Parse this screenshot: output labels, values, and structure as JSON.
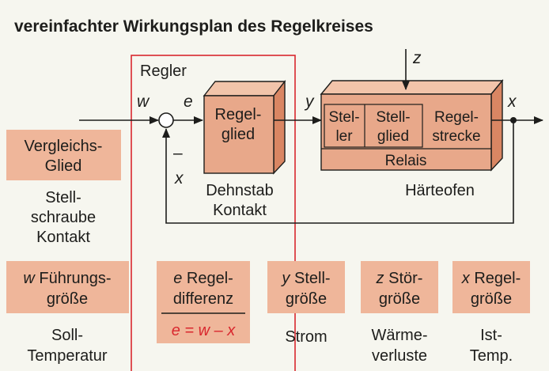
{
  "title": "vereinfachter Wirkungsplan des Regelkreises",
  "colors": {
    "box_fill": "#e8a88a",
    "box_side": "#d98663",
    "box_top": "#f2c4aa",
    "label_fill": "#efb69a",
    "controller_border": "#d9272e",
    "accent_red": "#d9272e",
    "text": "#1d1d1b",
    "background": "#f6f6ef"
  },
  "controller": {
    "title": "Regler",
    "signal_w": "w",
    "signal_e": "e",
    "minus_sign": "–",
    "feedback_x": "x",
    "block_line1": "Regel-",
    "block_line2": "glied",
    "caption_line1": "Dehnstab",
    "caption_line2": "Kontakt"
  },
  "plant": {
    "signal_y": "y",
    "signal_z": "z",
    "signal_x": "x",
    "steller_line1": "Stel-",
    "steller_line2": "ler",
    "stellglied_line1": "Stell-",
    "stellglied_line2": "glied",
    "strecke_line1": "Regel-",
    "strecke_line2": "strecke",
    "relais": "Relais",
    "caption": "Härteofen"
  },
  "comparator": {
    "box_line1": "Vergleichs-",
    "box_line2": "Glied",
    "caption_line1": "Stell-",
    "caption_line2": "schraube",
    "caption_line3": "Kontakt"
  },
  "legend": [
    {
      "symbol": "w",
      "line1": "Führungs-",
      "line2": "größe",
      "caption1": "Soll-",
      "caption2": "Temperatur"
    },
    {
      "symbol": "e",
      "line1": "Regel-",
      "line2": "differenz",
      "formula": "e = w – x"
    },
    {
      "symbol": "y",
      "line1": "Stell-",
      "line2": "größe",
      "caption1": "Strom"
    },
    {
      "symbol": "z",
      "line1": "Stör-",
      "line2": "größe",
      "caption1": "Wärme-",
      "caption2": "verluste"
    },
    {
      "symbol": "x",
      "line1": "Regel-",
      "line2": "größe",
      "caption1": "Ist-",
      "caption2": "Temp."
    }
  ]
}
